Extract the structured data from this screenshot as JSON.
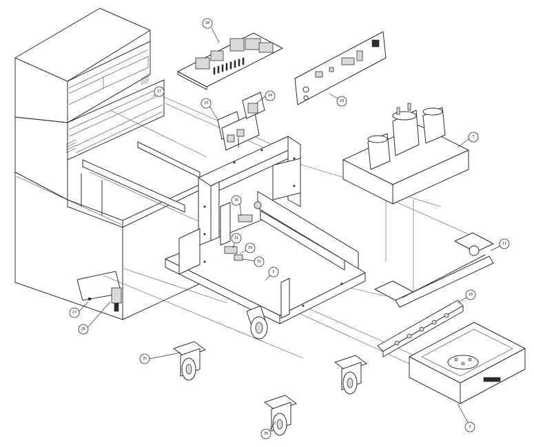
{
  "drawing": {
    "callouts": [
      {
        "id": "callout-38",
        "label": "38"
      },
      {
        "id": "callout-29",
        "label": "29"
      },
      {
        "id": "callout-17",
        "label": "17"
      },
      {
        "id": "callout-33",
        "label": "33"
      },
      {
        "id": "callout-34",
        "label": "34"
      },
      {
        "id": "callout-7",
        "label": "7"
      },
      {
        "id": "callout-30",
        "label": "30"
      },
      {
        "id": "callout-31",
        "label": "31"
      },
      {
        "id": "callout-28",
        "label": "28"
      },
      {
        "id": "callout-32",
        "label": "32"
      },
      {
        "id": "callout-2",
        "label": "2"
      },
      {
        "id": "callout-11",
        "label": "11"
      },
      {
        "id": "callout-19",
        "label": "19"
      },
      {
        "id": "callout-27",
        "label": "27"
      },
      {
        "id": "callout-26",
        "label": "26"
      },
      {
        "id": "callout-35",
        "label": "35"
      },
      {
        "id": "callout-36",
        "label": "36"
      },
      {
        "id": "callout-3",
        "label": "3"
      }
    ]
  }
}
